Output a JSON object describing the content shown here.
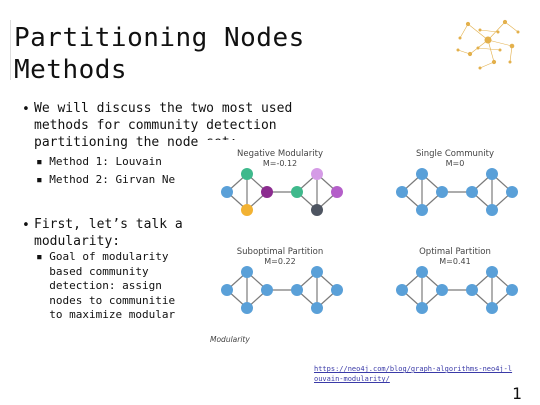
{
  "slide": {
    "title_lines": [
      "Partitioning Nodes",
      "Methods"
    ],
    "bullet1_lines": [
      "We will discuss the two most used",
      "methods for community detection",
      "partitioning the node set:"
    ],
    "bullet1_subitems": [
      "Method 1: Louvain",
      "Method 2: Girvan Ne"
    ],
    "bullet2_lines": [
      "First, let’s talk a",
      "modularity:"
    ],
    "bullet2_sub_lines": [
      "Goal of modularity",
      "based community",
      "detection: assign",
      "nodes to communitie",
      "to maximize modular"
    ],
    "figure": {
      "panels": [
        {
          "title": "Negative Modularity",
          "metric": "M=-0.12"
        },
        {
          "title": "Single Community",
          "metric": "M=0"
        },
        {
          "title": "Suboptimal Partition",
          "metric": "M=0.22"
        },
        {
          "title": "Optimal Partition",
          "metric": "M=0.41"
        }
      ],
      "caption": "Modularity",
      "colors": {
        "blue": "#5aa0d8",
        "green": "#3fb98c",
        "purple": "#8b2c8f",
        "pink": "#b45fc9",
        "lightpurple": "#d59be6",
        "orange": "#f2b233",
        "gray": "#4e5561",
        "edge": "#7b7b7b"
      }
    },
    "link_lines": [
      "https://neo4j.com/blog/graph-algorithms-neo4j-l",
      "ouvain-modularity/"
    ],
    "page_number": "1"
  }
}
